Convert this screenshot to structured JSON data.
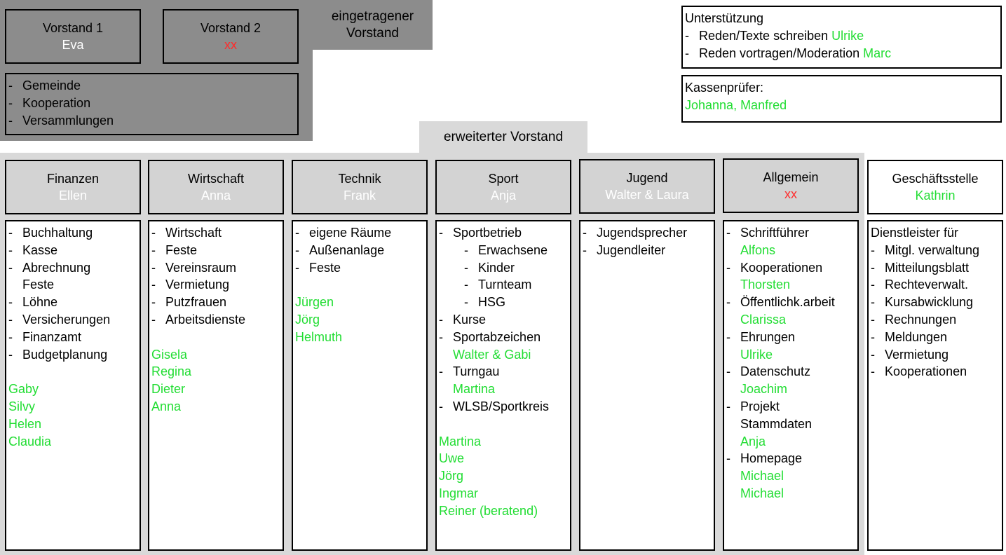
{
  "colors": {
    "dark_gray": "#8c8c8c",
    "light_gray": "#d3d3d3",
    "green": "#22dd33",
    "red": "#ff2b2b"
  },
  "eingetragen": {
    "label": "eingetragener Vorstand",
    "vorstand1": {
      "title": "Vorstand 1",
      "name": "Eva"
    },
    "vorstand2": {
      "title": "Vorstand 2",
      "name": "xx"
    },
    "tasks": [
      "Gemeinde",
      "Kooperation",
      "Versammlungen"
    ]
  },
  "unterstuetzung": {
    "title": "Unterstützung",
    "items": [
      {
        "text": "Reden/Texte schreiben",
        "name": "Ulrike"
      },
      {
        "text": "Reden vortragen/Moderation",
        "name": "Marc"
      }
    ]
  },
  "kassenpruefer": {
    "title": "Kassenprüfer:",
    "names": "Johanna, Manfred"
  },
  "erweitert": {
    "label": "erweiterter Vorstand"
  },
  "departments": [
    {
      "title": "Finanzen",
      "lead": "Ellen",
      "lines": [
        {
          "t": "item",
          "text": "Buchhaltung"
        },
        {
          "t": "item",
          "text": "Kasse"
        },
        {
          "t": "item",
          "text": "Abrechnung"
        },
        {
          "t": "indent",
          "text": "Feste"
        },
        {
          "t": "item",
          "text": "Löhne"
        },
        {
          "t": "item",
          "text": "Versicherungen"
        },
        {
          "t": "item",
          "text": "Finanzamt"
        },
        {
          "t": "item",
          "text": "Budgetplanung"
        },
        {
          "t": "blank",
          "text": ""
        },
        {
          "t": "green",
          "text": "Gaby"
        },
        {
          "t": "green",
          "text": "Silvy"
        },
        {
          "t": "green",
          "text": "Helen"
        },
        {
          "t": "green",
          "text": "Claudia"
        }
      ]
    },
    {
      "title": "Wirtschaft",
      "lead": "Anna",
      "lines": [
        {
          "t": "item",
          "text": "Wirtschaft"
        },
        {
          "t": "item",
          "text": "Feste"
        },
        {
          "t": "item",
          "text": "Vereinsraum"
        },
        {
          "t": "item",
          "text": "Vermietung"
        },
        {
          "t": "item",
          "text": "Putzfrauen"
        },
        {
          "t": "item",
          "text": "Arbeitsdienste"
        },
        {
          "t": "blank",
          "text": ""
        },
        {
          "t": "green",
          "text": "Gisela"
        },
        {
          "t": "green",
          "text": "Regina"
        },
        {
          "t": "green",
          "text": "Dieter"
        },
        {
          "t": "green",
          "text": "Anna"
        }
      ]
    },
    {
      "title": "Technik",
      "lead": "Frank",
      "lines": [
        {
          "t": "item",
          "text": "eigene Räume"
        },
        {
          "t": "item",
          "text": "Außenanlage"
        },
        {
          "t": "item",
          "text": "Feste"
        },
        {
          "t": "blank",
          "text": ""
        },
        {
          "t": "green",
          "text": "Jürgen"
        },
        {
          "t": "green",
          "text": "Jörg"
        },
        {
          "t": "green",
          "text": "Helmuth"
        }
      ]
    },
    {
      "title": "Sport",
      "lead": "Anja",
      "lines": [
        {
          "t": "item",
          "text": "Sportbetrieb"
        },
        {
          "t": "sub",
          "text": "Erwachsene"
        },
        {
          "t": "sub",
          "text": "Kinder"
        },
        {
          "t": "sub",
          "text": "Turnteam"
        },
        {
          "t": "sub",
          "text": "HSG"
        },
        {
          "t": "item",
          "text": "Kurse"
        },
        {
          "t": "item",
          "text": "Sportabzeichen"
        },
        {
          "t": "greenindent",
          "text": "Walter & Gabi"
        },
        {
          "t": "item",
          "text": "Turngau"
        },
        {
          "t": "greenindent",
          "text": "Martina"
        },
        {
          "t": "item",
          "text": "WLSB/Sportkreis"
        },
        {
          "t": "blank",
          "text": ""
        },
        {
          "t": "green",
          "text": "Martina"
        },
        {
          "t": "green",
          "text": "Uwe"
        },
        {
          "t": "green",
          "text": "Jörg"
        },
        {
          "t": "green",
          "text": "Ingmar"
        },
        {
          "t": "green",
          "text": "Reiner (beratend)"
        }
      ]
    },
    {
      "title": "Jugend",
      "lead": "Walter & Laura",
      "lines": [
        {
          "t": "item",
          "text": "Jugendsprecher"
        },
        {
          "t": "item",
          "text": "Jugendleiter"
        }
      ]
    },
    {
      "title": "Allgemein",
      "lead": "xx",
      "lines": [
        {
          "t": "item",
          "text": "Schriftführer"
        },
        {
          "t": "greenindent",
          "text": "Alfons"
        },
        {
          "t": "item",
          "text": "Kooperationen"
        },
        {
          "t": "greenindent",
          "text": "Thorsten"
        },
        {
          "t": "item",
          "text": "Öffentlichk.arbeit"
        },
        {
          "t": "greenindent",
          "text": "Clarissa"
        },
        {
          "t": "item",
          "text": "Ehrungen"
        },
        {
          "t": "greenindent",
          "text": "Ulrike"
        },
        {
          "t": "item",
          "text": "Datenschutz"
        },
        {
          "t": "greenindent",
          "text": "Joachim"
        },
        {
          "t": "item",
          "text": "Projekt"
        },
        {
          "t": "indent",
          "text": "Stammdaten"
        },
        {
          "t": "greenindent",
          "text": "Anja"
        },
        {
          "t": "item",
          "text": "Homepage"
        },
        {
          "t": "greenindent",
          "text": "Michael"
        },
        {
          "t": "greenindent",
          "text": "Michael"
        }
      ]
    },
    {
      "title": "Geschäftsstelle",
      "lead": "Kathrin",
      "lines": [
        {
          "t": "plain",
          "text": "Dienstleister für"
        },
        {
          "t": "item",
          "text": "Mitgl. verwaltung"
        },
        {
          "t": "item",
          "text": "Mitteilungsblatt"
        },
        {
          "t": "item",
          "text": "Rechteverwalt."
        },
        {
          "t": "item",
          "text": "Kursabwicklung"
        },
        {
          "t": "item",
          "text": "Rechnungen"
        },
        {
          "t": "item",
          "text": "Meldungen"
        },
        {
          "t": "item",
          "text": "Vermietung"
        },
        {
          "t": "item",
          "text": "Kooperationen"
        }
      ]
    }
  ]
}
